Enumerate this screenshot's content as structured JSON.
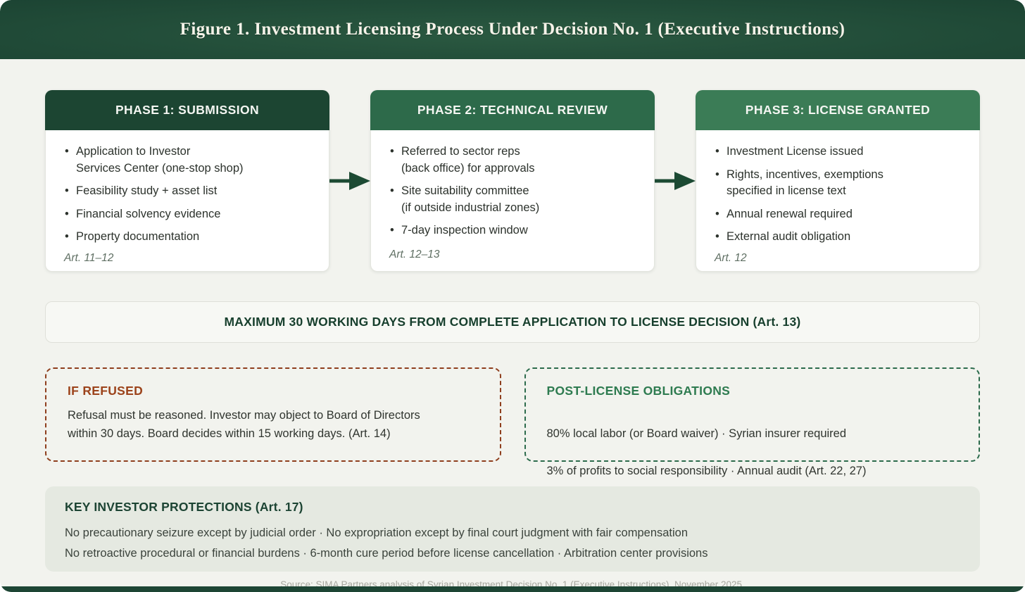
{
  "figure": {
    "title": "Figure 1. Investment Licensing Process Under Decision No. 1 (Executive Instructions)",
    "source": "Source: SIMA Partners analysis of Syrian Investment Decision No. 1 (Executive Instructions), November 2025."
  },
  "colors": {
    "phase1_header": "#1c4532",
    "phase2_header": "#2d6a4a",
    "phase3_header": "#3b7c56",
    "arrow": "#1c4a33",
    "refused_border": "#8e3e1d",
    "refused_title": "#9c431b",
    "obligations_border": "#2c6b4c",
    "obligations_title": "#2e7b50",
    "banner_text": "#173f2d",
    "protections_bg": "#e5e9e1"
  },
  "phases": [
    {
      "title": "PHASE 1: SUBMISSION",
      "bullets": [
        "Application to Investor\nServices Center (one-stop shop)",
        "Feasibility study + asset list",
        "Financial solvency evidence",
        "Property documentation"
      ],
      "article": "Art. 11–12"
    },
    {
      "title": "PHASE 2: TECHNICAL REVIEW",
      "bullets": [
        "Referred to sector reps\n(back office) for approvals",
        "Site suitability committee\n(if outside industrial zones)",
        "7-day inspection window"
      ],
      "article": "Art. 12–13"
    },
    {
      "title": "PHASE 3: LICENSE GRANTED",
      "bullets": [
        "Investment License issued",
        "Rights, incentives, exemptions\nspecified in license text",
        "Annual renewal required",
        "External audit obligation"
      ],
      "article": "Art. 12"
    }
  ],
  "banner": {
    "text": "MAXIMUM 30 WORKING DAYS FROM COMPLETE APPLICATION TO LICENSE DECISION (Art. 13)"
  },
  "refused": {
    "title": "IF REFUSED",
    "body": "Refusal must be reasoned. Investor may object to Board of Directors\nwithin 30 days. Board decides within 15 working days. (Art. 14)"
  },
  "obligations": {
    "title": "POST-LICENSE OBLIGATIONS",
    "lines": [
      "80% local labor (or Board waiver) · Syrian insurer required",
      "3% of profits to social responsibility · Annual audit (Art. 22, 27)"
    ]
  },
  "protections": {
    "title": "KEY INVESTOR PROTECTIONS (Art. 17)",
    "lines": [
      "No precautionary seizure except by judicial order · No expropriation except by final court judgment with fair compensation",
      "No retroactive procedural or financial burdens · 6-month cure period before license cancellation · Arbitration center provisions"
    ]
  }
}
